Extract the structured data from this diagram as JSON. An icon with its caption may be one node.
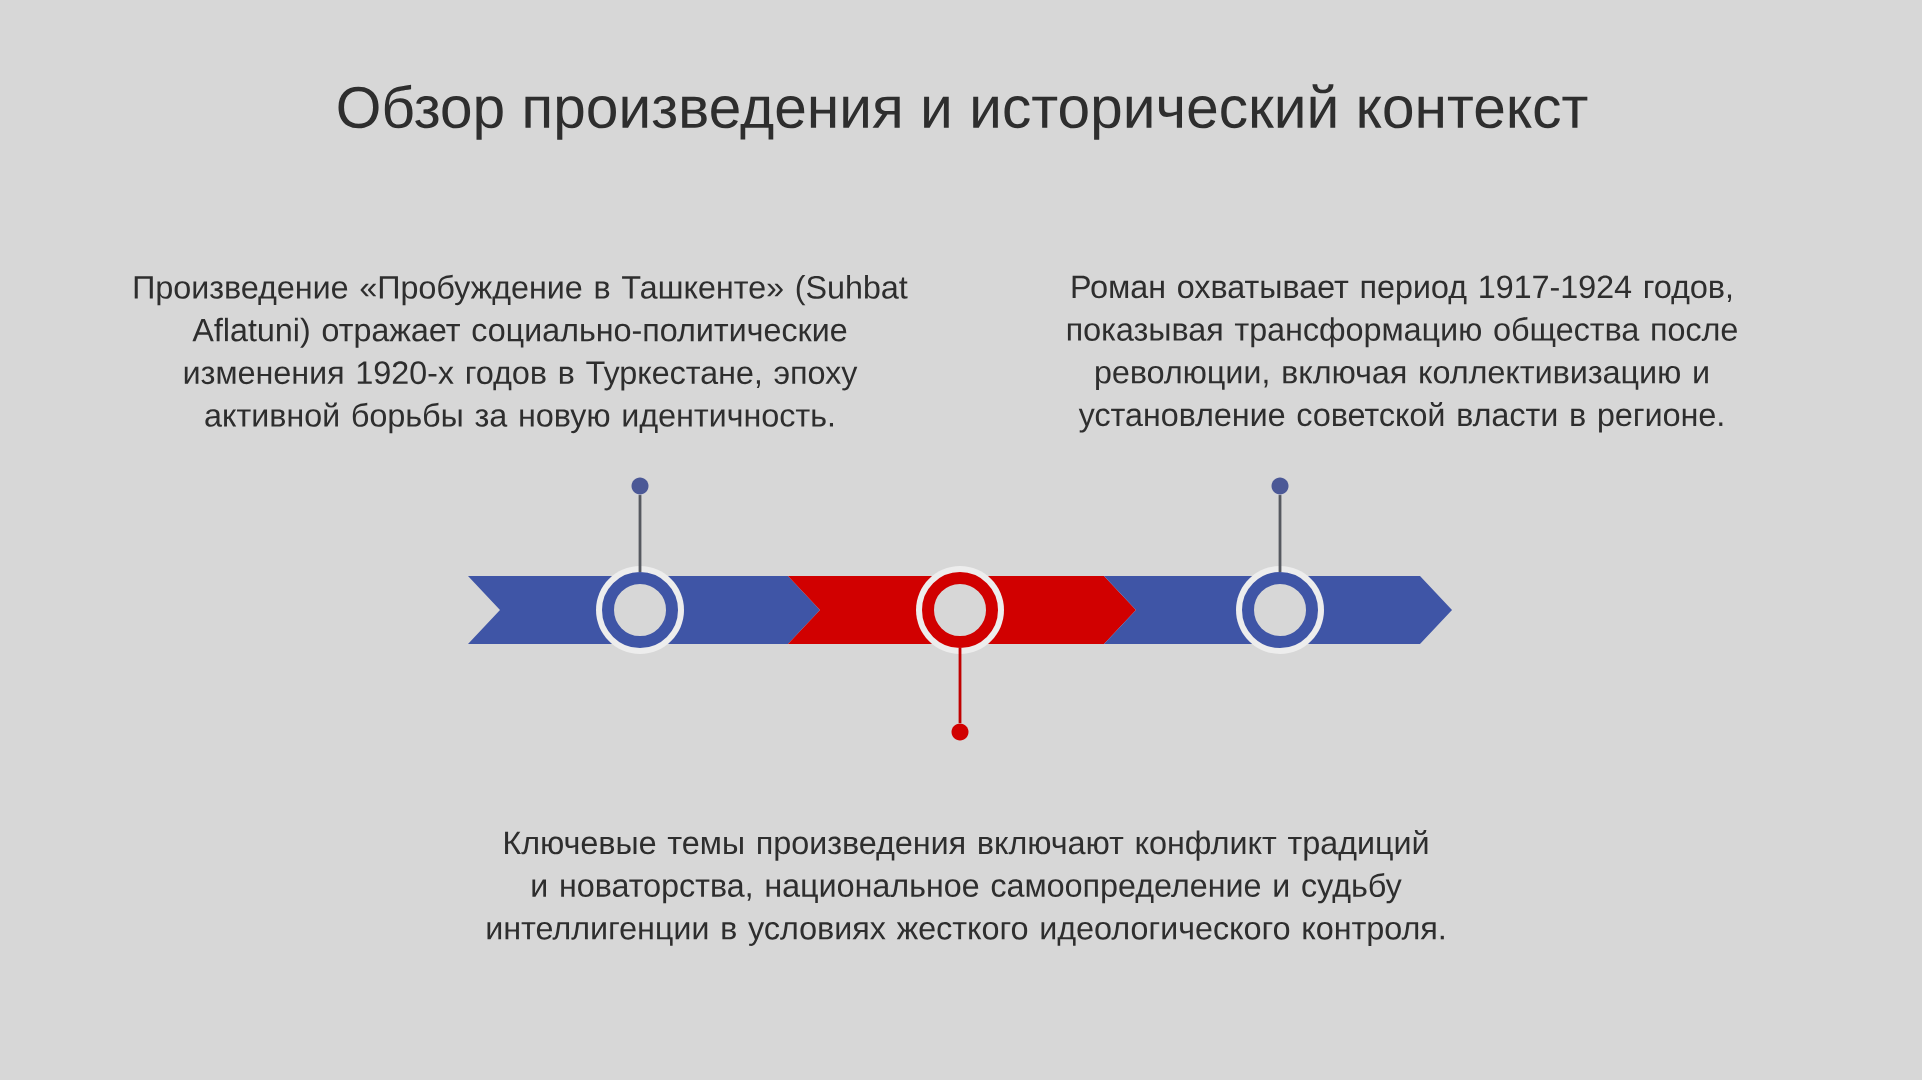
{
  "diagram": {
    "title": "Обзор произведения и исторический контекст",
    "nodes": [
      {
        "text": [],
        "shape": "circle",
        "beside": [
          "Произведение «Пробуждение в Ташкенте» (Suhbat Aflatuni) отражает социально-политические изменения 1920-х годов в Туркестане, эпоху активной борьбы за новую идентичность."
        ]
      },
      {
        "text": [],
        "shape": "circle",
        "beside": [
          "Роман охватывает период 1917-1924 годов, показывая трансформацию общества после революции, включая коллективизацию и установление советской власти в регионе."
        ]
      },
      {
        "text": [],
        "shape": "circle"
      },
      {
        "text": [],
        "shape": "circle"
      },
      {
        "text": [],
        "shape": "circle"
      },
      {
        "text": [],
        "shape": "circle",
        "beside": [
          "Ключевые темы произведения включают конфликт традиций и новаторства, национальное самоопределение и судьбу интеллигенции в условиях жесткого идеологического контроля."
        ]
      }
    ],
    "edges": [
      {
        "from": 2,
        "to": 0,
        "arrow": "none"
      },
      {
        "from": 3,
        "to": 5,
        "arrow": "none",
        "color": "#c00000"
      },
      {
        "from": 4,
        "to": 1,
        "arrow": "none"
      }
    ]
  }
}
